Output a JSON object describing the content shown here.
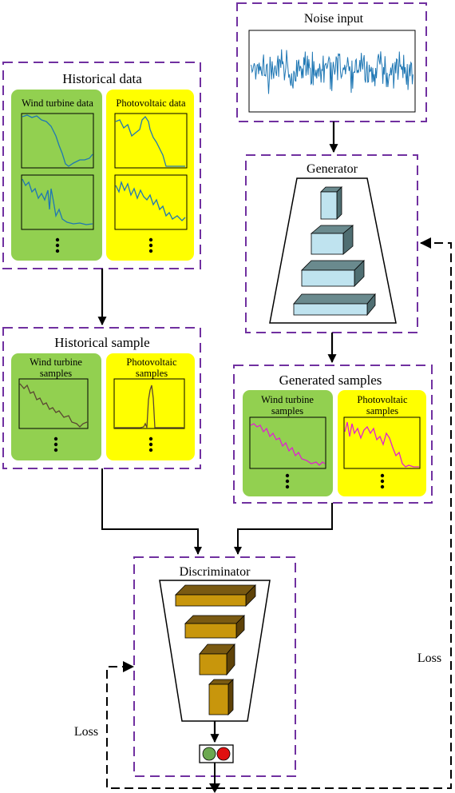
{
  "noise": {
    "title": "Noise input"
  },
  "historical_data": {
    "title": "Historical data",
    "wind_label": "Wind turbine data",
    "pv_label": "Photovoltaic data"
  },
  "historical_sample": {
    "title": "Historical sample",
    "wind_label_1": "Wind turbine",
    "wind_label_2": "samples",
    "pv_label_1": "Photovoltaic",
    "pv_label_2": "samples"
  },
  "generator": {
    "title": "Generator"
  },
  "generated_samples": {
    "title": "Generated samples",
    "wind_label_1": "Wind turbine",
    "wind_label_2": "samples",
    "pv_label_1": "Photovoltaic",
    "pv_label_2": "samples"
  },
  "discriminator": {
    "title": "Discriminator"
  },
  "loss": {
    "right_label": "Loss",
    "left_label": "Loss"
  },
  "colors": {
    "border_dashed": "#7030A0",
    "wind_panel": "#92D050",
    "pv_panel": "#FFFF00",
    "noise_line": "#1F77B4",
    "hist_data_line": "#1F77B4",
    "hist_sample_line": "#5A4632",
    "generated_line": "#E020D0",
    "generator_block_front": "#BFE3EF",
    "generator_block_top": "#6A8A8E",
    "discriminator_block_front": "#C8960C",
    "discriminator_block_top": "#7A5A12",
    "output_green": "#6BA84F",
    "output_red": "#E01010"
  }
}
